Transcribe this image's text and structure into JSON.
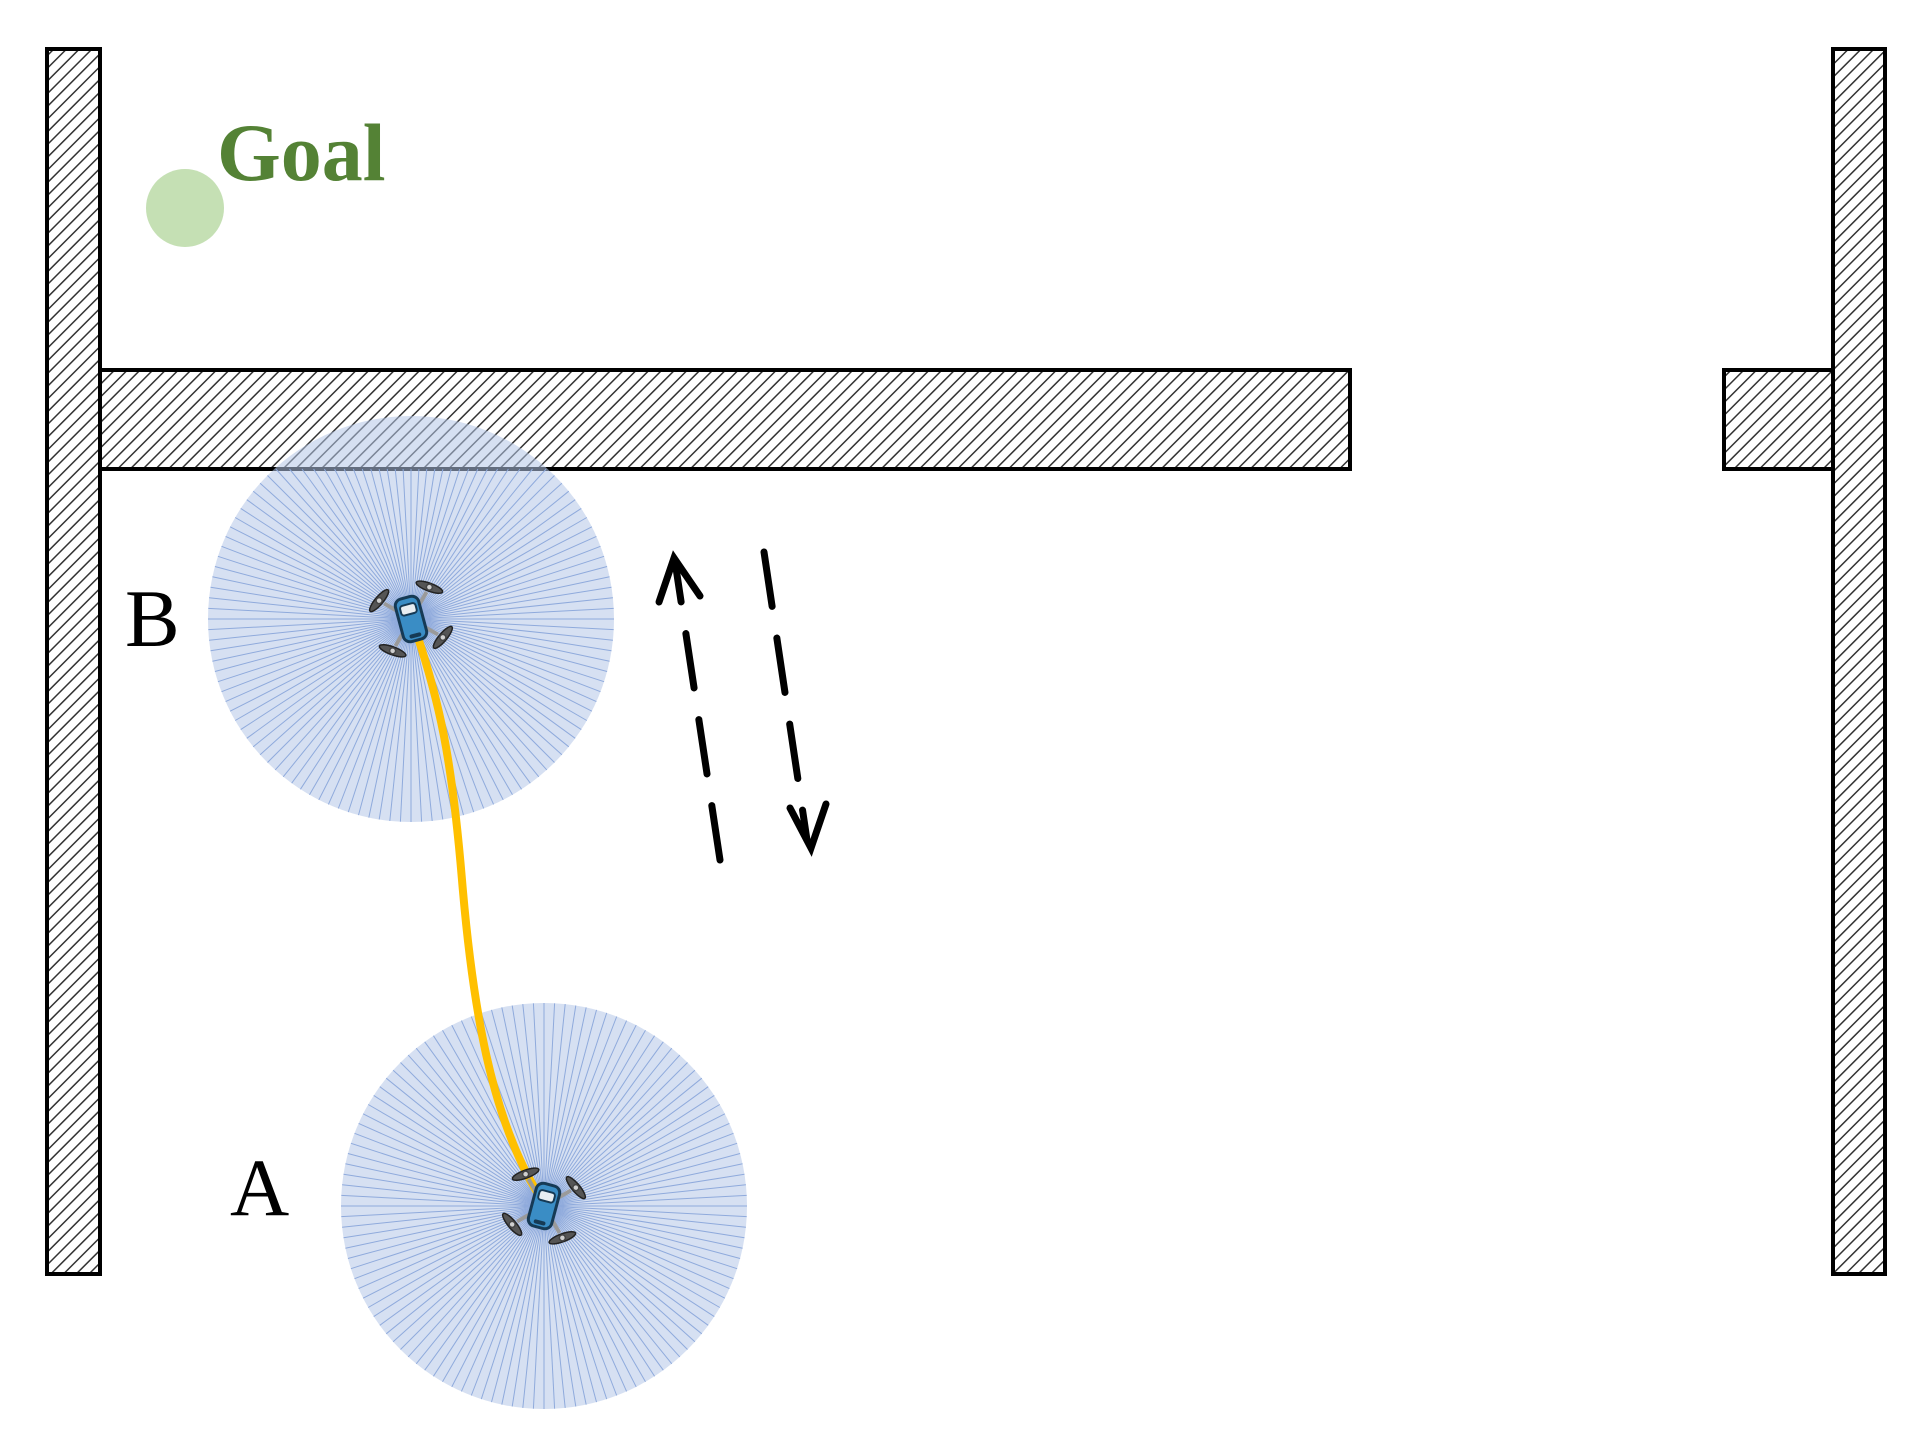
{
  "labels": {
    "goal": "Goal",
    "point_a": "A",
    "point_b": "B"
  },
  "colors": {
    "goal_text": "#548235",
    "goal_marker": "#c5e0b4",
    "trajectory": "#ffc000",
    "sensor_field": "#b4c7e7",
    "drone_body": "#3a8dc5",
    "wall_stroke": "#000000",
    "arrows": "#000000"
  },
  "icons": {
    "drone_a": "quadcopter-drone-icon",
    "drone_b": "quadcopter-drone-icon"
  }
}
